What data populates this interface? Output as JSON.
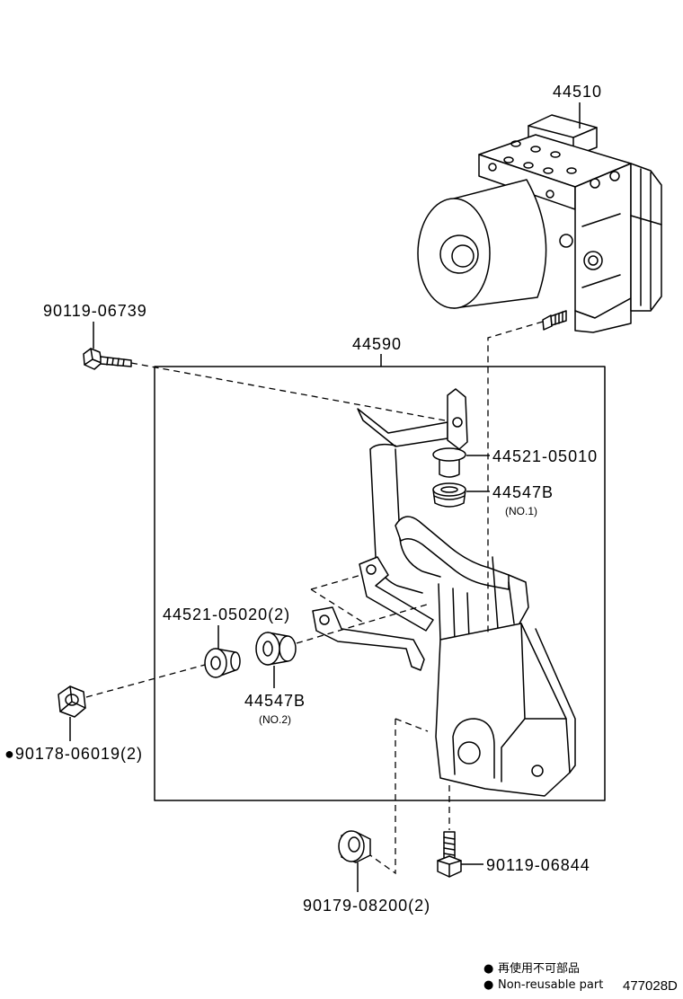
{
  "callouts": {
    "abs_actuator": "44510",
    "bolt_upper": "90119-06739",
    "bracket": "44590",
    "collar_no1": "44521-05010",
    "cushion_no1": "44547B",
    "cushion_no1_note": "(NO.1)",
    "collar_no2": "44521-05020(2)",
    "cushion_no2": "44547B",
    "cushion_no2_note": "(NO.2)",
    "nut_left": "●90178-06019(2)",
    "bolt_lower": "90119-06844",
    "nut_lower": "90179-08200(2)"
  },
  "legend": {
    "marker": "●",
    "items": [
      "再使用不可部品",
      "Non-reusable part"
    ]
  },
  "illustration_id": "477028D",
  "colors": {
    "line": "#000000",
    "background": "#ffffff"
  }
}
